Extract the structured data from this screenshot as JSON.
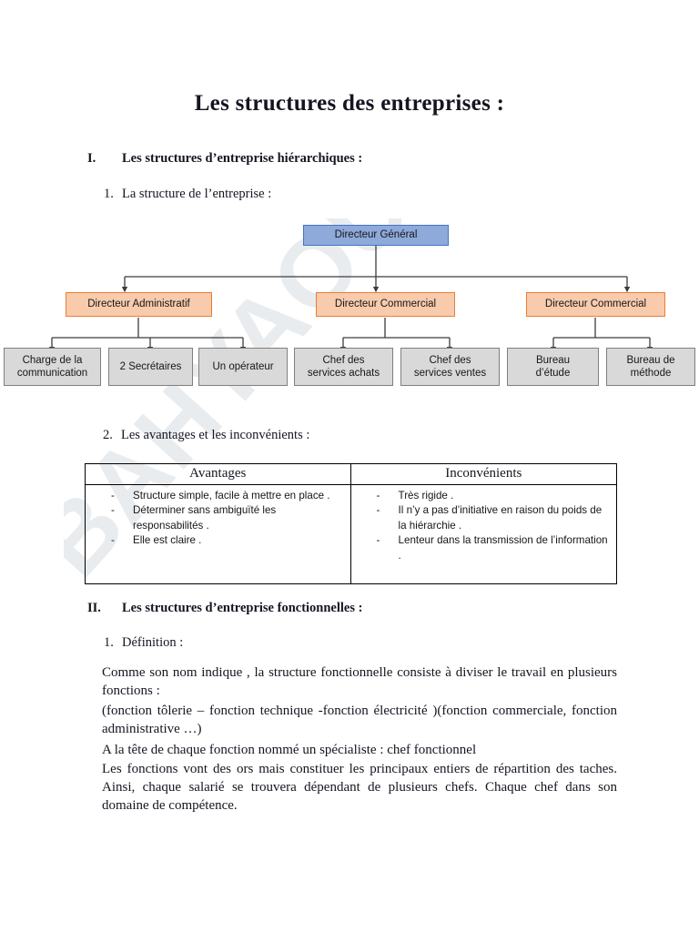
{
  "document": {
    "title": "Les structures des entreprises :",
    "watermark": "BAHYAOUI Lotfi"
  },
  "sections": [
    {
      "roman": "I.",
      "heading": "Les structures d’entreprise hiérarchiques :",
      "sub_num": "1.",
      "sub_heading": "La structure de l’entreprise :"
    },
    {
      "roman": "II.",
      "heading": "Les structures d’entreprise fonctionnelles :",
      "sub_num": "1.",
      "sub_heading": "Définition :"
    }
  ],
  "org_chart": {
    "level1": {
      "label": "Directeur Général",
      "fill": "#8eaadb",
      "border": "#4472c4"
    },
    "level2": [
      {
        "label": "Directeur Administratif",
        "fill": "#f8cbad",
        "border": "#ed7d31"
      },
      {
        "label": "Directeur Commercial",
        "fill": "#f8cbad",
        "border": "#ed7d31"
      },
      {
        "label": "Directeur Commercial",
        "fill": "#f8cbad",
        "border": "#ed7d31"
      }
    ],
    "level3": [
      {
        "line1": "Charge de la",
        "line2": "communication",
        "fill": "#d9d9d9",
        "border": "#7f7f7f"
      },
      {
        "line1": "2 Secrétaires",
        "line2": "",
        "fill": "#d9d9d9",
        "border": "#7f7f7f"
      },
      {
        "line1": "Un opérateur",
        "line2": "",
        "fill": "#d9d9d9",
        "border": "#7f7f7f"
      },
      {
        "line1": "Chef des",
        "line2": "services achats",
        "fill": "#d9d9d9",
        "border": "#7f7f7f"
      },
      {
        "line1": "Chef des",
        "line2": "services ventes",
        "fill": "#d9d9d9",
        "border": "#7f7f7f"
      },
      {
        "line1": "Bureau",
        "line2": "d’étude",
        "fill": "#d9d9d9",
        "border": "#7f7f7f"
      },
      {
        "line1": "Bureau de",
        "line2": "méthode",
        "fill": "#d9d9d9",
        "border": "#7f7f7f"
      }
    ]
  },
  "sub_heading_2": {
    "num": "2.",
    "text": "Les avantages et les inconvénients :"
  },
  "table": {
    "headers": [
      "Avantages",
      "Inconvénients"
    ],
    "advantages": [
      "Structure simple, facile à mettre en place .",
      "Déterminer sans ambiguïté les responsabilités .",
      "Elle est claire ."
    ],
    "inconvenients": [
      "Très rigide .",
      "Il n’y a pas d’initiative en raison du poids de la hiérarchie .",
      "Lenteur dans la transmission de l’information ."
    ]
  },
  "body": {
    "p1": "Comme son nom indique , la structure fonctionnelle consiste à diviser le travail en plusieurs fonctions :",
    "p2": "(fonction tôlerie – fonction technique -fonction électricité )(fonction commerciale, fonction administrative …)",
    "p3": "A la tête de chaque fonction nommé un spécialiste : chef fonctionnel",
    "p4": "Les fonctions vont des ors mais constituer les principaux entiers de répartition des taches. Ainsi, chaque salarié se trouvera dépendant de plusieurs chefs. Chaque chef dans son domaine de compétence."
  }
}
